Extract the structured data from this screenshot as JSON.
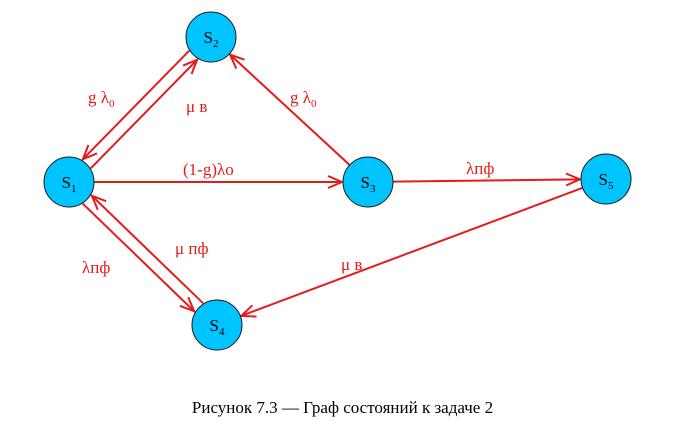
{
  "colors": {
    "node_fill": "#00c4ff",
    "edge": "#e41b1b",
    "text": "#000000"
  },
  "nodes": [
    {
      "id": "S1",
      "letter": "S",
      "sub": "1"
    },
    {
      "id": "S2",
      "letter": "S",
      "sub": "2"
    },
    {
      "id": "S3",
      "letter": "S",
      "sub": "3"
    },
    {
      "id": "S4",
      "letter": "S",
      "sub": "4"
    },
    {
      "id": "S5",
      "letter": "S",
      "sub": "5"
    }
  ],
  "edges": [
    {
      "from": "S1",
      "to": "S2",
      "label_main": "g λ",
      "label_sub": "0"
    },
    {
      "from": "S2",
      "to": "S1",
      "label_main": "μ в",
      "label_sub": ""
    },
    {
      "from": "S1",
      "to": "S3",
      "label_main": "(1-g)λo",
      "label_sub": ""
    },
    {
      "from": "S3",
      "to": "S2",
      "label_main": "g λ",
      "label_sub": "0"
    },
    {
      "from": "S3",
      "to": "S5",
      "label_main": "λпф",
      "label_sub": ""
    },
    {
      "from": "S1",
      "to": "S4",
      "label_main": "λпф",
      "label_sub": ""
    },
    {
      "from": "S4",
      "to": "S1",
      "label_main": "μ пф",
      "label_sub": ""
    },
    {
      "from": "S5",
      "to": "S4",
      "label_main": "μ в",
      "label_sub": ""
    }
  ],
  "caption": "Рисунок 7.3 — Граф состояний к задаче 2"
}
